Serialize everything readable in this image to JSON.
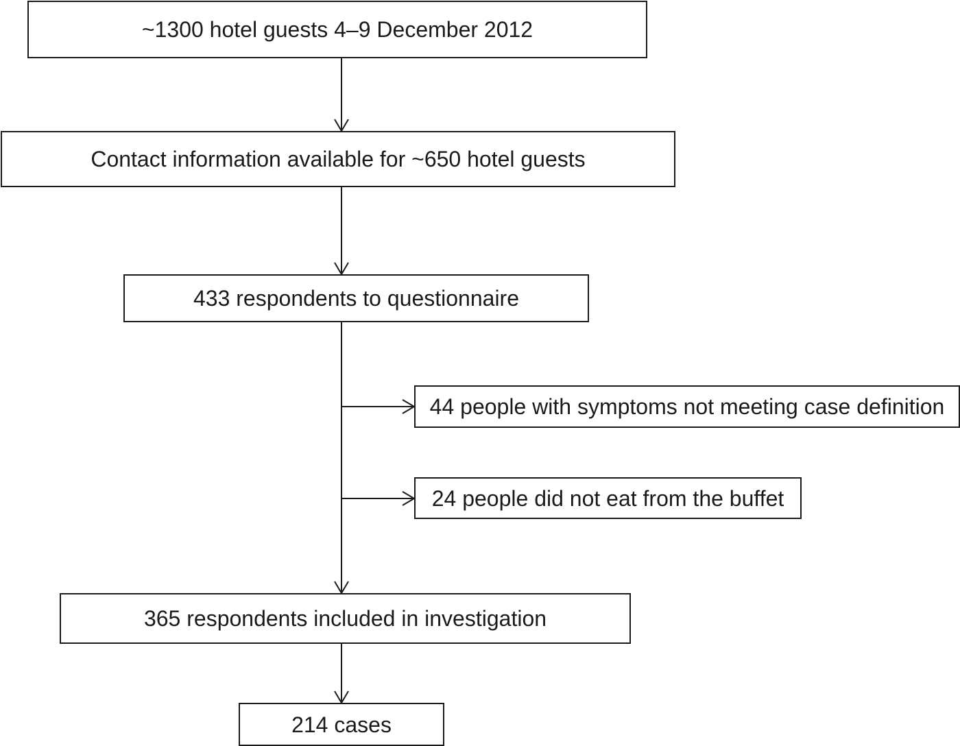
{
  "flowchart": {
    "hotel_guests": "~1300 hotel guests 4–9 December 2012",
    "contact_info": "Contact information available for ~650 hotel guests",
    "respondents": "433 respondents to questionnaire",
    "excluded_symptoms": "44 people with symptoms not meeting case definition",
    "excluded_buffet": "24 people did not eat from the buffet",
    "included": "365 respondents included in investigation",
    "cases": "214 cases"
  },
  "colors": {
    "line": "#1a1a1a",
    "background": "#ffffff"
  }
}
